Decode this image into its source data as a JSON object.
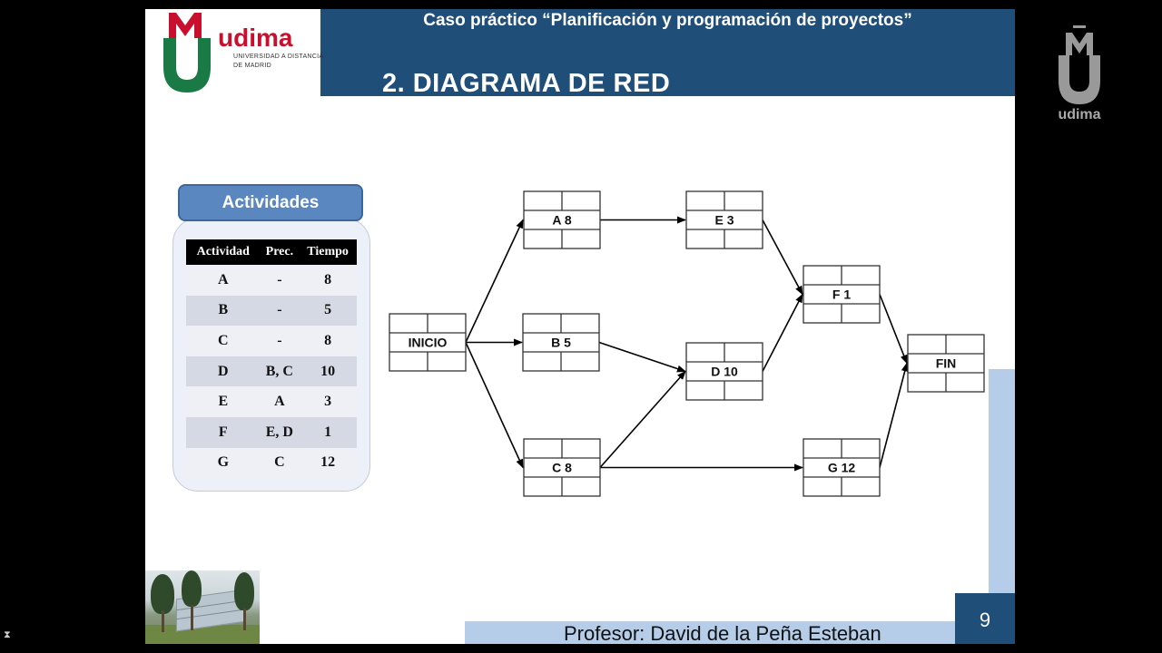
{
  "slide": {
    "top_title": "Caso práctico “Planificación y programación de proyectos”",
    "section_title": "2. DIAGRAMA DE RED",
    "footer": "Profesor: David de la Peña Esteban",
    "page_number": "9"
  },
  "logo": {
    "name": "udima",
    "subtitle": "UNIVERSIDAD A DISTANCIA DE MADRID",
    "mark_letters": "MU",
    "colors": {
      "red": "#c8102e",
      "green": "#1a7a45"
    }
  },
  "external_logo": {
    "name": "udima",
    "mark_letters": "MU"
  },
  "activities_panel": {
    "title": "Actividades",
    "columns": [
      "Actividad",
      "Prec.",
      "Tiempo"
    ],
    "rows": [
      [
        "A",
        "-",
        "8"
      ],
      [
        "B",
        "-",
        "5"
      ],
      [
        "C",
        "-",
        "8"
      ],
      [
        "D",
        "B, C",
        "10"
      ],
      [
        "E",
        "A",
        "3"
      ],
      [
        "F",
        "E, D",
        "1"
      ],
      [
        "G",
        "C",
        "12"
      ]
    ]
  },
  "network": {
    "nodes": [
      {
        "id": "INICIO",
        "label": "INICIO",
        "duration": ""
      },
      {
        "id": "A",
        "label": "A",
        "duration": "8"
      },
      {
        "id": "B",
        "label": "B",
        "duration": "5"
      },
      {
        "id": "C",
        "label": "C",
        "duration": "8"
      },
      {
        "id": "D",
        "label": "D",
        "duration": "10"
      },
      {
        "id": "E",
        "label": "E",
        "duration": "3"
      },
      {
        "id": "F",
        "label": "F",
        "duration": "1"
      },
      {
        "id": "G",
        "label": "G",
        "duration": "12"
      },
      {
        "id": "FIN",
        "label": "FIN",
        "duration": ""
      }
    ],
    "edges": [
      [
        "INICIO",
        "A"
      ],
      [
        "INICIO",
        "B"
      ],
      [
        "INICIO",
        "C"
      ],
      [
        "A",
        "E"
      ],
      [
        "B",
        "D"
      ],
      [
        "C",
        "D"
      ],
      [
        "C",
        "G"
      ],
      [
        "E",
        "F"
      ],
      [
        "D",
        "F"
      ],
      [
        "F",
        "FIN"
      ],
      [
        "G",
        "FIN"
      ]
    ]
  },
  "colors": {
    "header_band": "#1f4e79",
    "accent_light": "#b5cde9",
    "panel_header": "#5b87c0"
  }
}
